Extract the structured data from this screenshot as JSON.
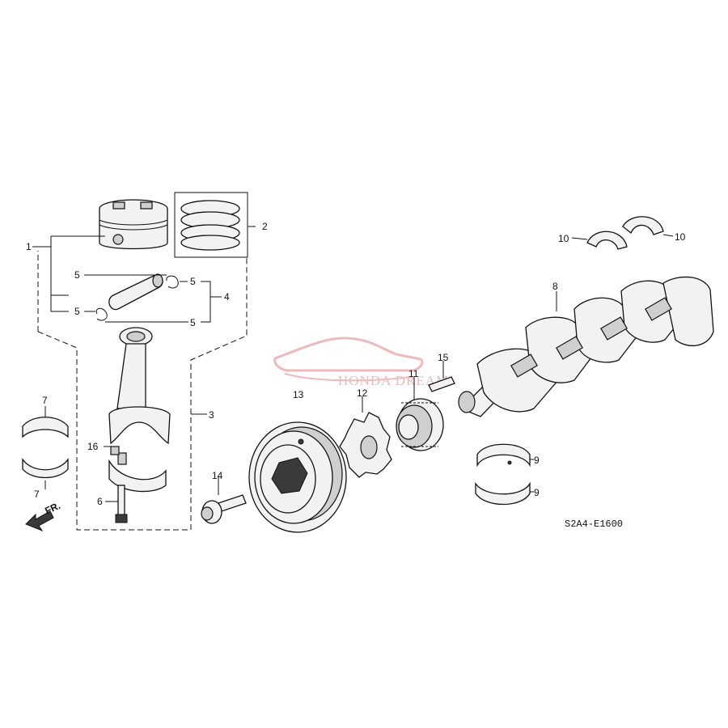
{
  "diagram": {
    "callouts": {
      "c1": "1",
      "c2": "2",
      "c3": "3",
      "c4": "4",
      "c5a": "5",
      "c5b": "5",
      "c5c": "5",
      "c5d": "5",
      "c6": "6",
      "c7a": "7",
      "c7b": "7",
      "c8": "8",
      "c9a": "9",
      "c9b": "9",
      "c10a": "10",
      "c10b": "10",
      "c11": "11",
      "c12": "12",
      "c13": "13",
      "c14": "14",
      "c15": "15",
      "c16": "16"
    },
    "direction_label": "FR.",
    "diagram_code": "S2A4-E1600",
    "watermark_text": "HONDA DREAM",
    "watermark_color": "#e9a3a6"
  }
}
